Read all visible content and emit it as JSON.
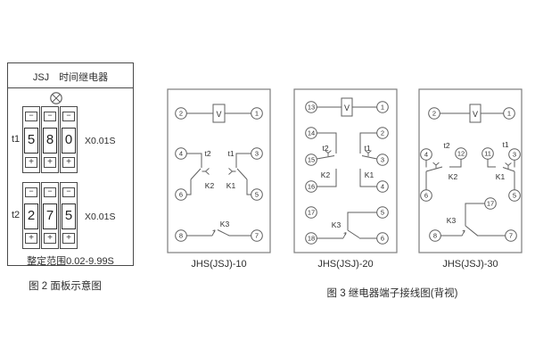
{
  "colors": {
    "line": "#5f5f5f",
    "box_border": "#7d7d7d",
    "text": "#2e2e2e",
    "background": "#ffffff"
  },
  "figure2": {
    "title": "JSJ　时间继电器",
    "lamp": "indicator-lamp",
    "minus": "−",
    "plus": "+",
    "t1": {
      "label": "t1",
      "digits": [
        "5",
        "8",
        "0"
      ],
      "multiplier": "X0.01S"
    },
    "t2": {
      "label": "t2",
      "digits": [
        "2",
        "7",
        "5"
      ],
      "multiplier": "X0.01S"
    },
    "range_text": "整定范围0.02-9.99S",
    "caption": "图 2 面板示意图"
  },
  "figure3": {
    "caption": "图 3 继电器端子接线图(背视)",
    "diagrams": [
      {
        "caption": "JHS(JSJ)-10",
        "meter": "V",
        "terminals": {
          "tl": "2",
          "tr": "1",
          "ml": "4",
          "mr": "3",
          "bl2": "6",
          "br2": "5",
          "bl": "8",
          "br": "7"
        },
        "labels": {
          "t2": "t2",
          "t1": "t1",
          "k2": "K2",
          "k1": "K1",
          "k3": "K3"
        }
      },
      {
        "caption": "JHS(JSJ)-20",
        "meter": "V",
        "terminals": {
          "tl": "13",
          "tr": "1",
          "l1": "14",
          "r1": "2",
          "l2": "15",
          "r2": "3",
          "l3": "16",
          "r3": "4",
          "l4": "17",
          "r4": "5",
          "l5": "18",
          "r5": "6"
        },
        "labels": {
          "t2": "t2",
          "t1": "t1",
          "k2": "K2",
          "k1": "K1",
          "k3": "K3"
        }
      },
      {
        "caption": "JHS(JSJ)-30",
        "meter": "V",
        "terminals": {
          "tl": "2",
          "tr": "1",
          "g1": "4",
          "g2": "12",
          "g3": "11",
          "g4": "3",
          "ml": "6",
          "mr": "5",
          "k17": "17",
          "bl": "8",
          "br": "7"
        },
        "labels": {
          "t2": "t2",
          "t1": "t1",
          "k2": "K2",
          "k1": "K1",
          "k3": "K3"
        }
      }
    ]
  }
}
